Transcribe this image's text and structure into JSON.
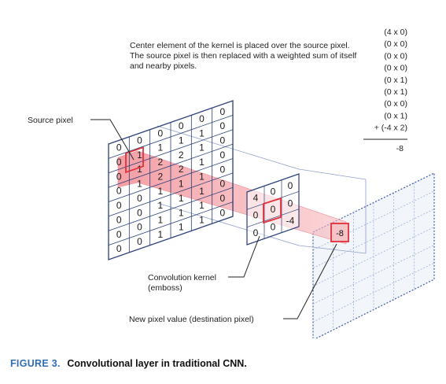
{
  "description": "Center element of the kernel is placed over the source pixel. The source pixel is then replaced with a weighted sum of itself and nearby pixels.",
  "source_matrix": {
    "rows": [
      [
        "0",
        "0",
        "0",
        "0",
        "0",
        "0"
      ],
      [
        "0",
        "1",
        "1",
        "1",
        "1",
        "0"
      ],
      [
        "0",
        "1",
        "2",
        "2",
        "1",
        "0"
      ],
      [
        "0",
        "1",
        "2",
        "2",
        "1",
        "0"
      ],
      [
        "0",
        "0",
        "1",
        "1",
        "1",
        "0"
      ],
      [
        "0",
        "0",
        "1",
        "1",
        "1",
        "0"
      ],
      [
        "0",
        "0",
        "1",
        "1",
        "1",
        "0"
      ],
      [
        "0",
        "0",
        "1",
        "1",
        "1",
        "0"
      ]
    ]
  },
  "kernel": {
    "rows": [
      [
        "4",
        "0",
        "0"
      ],
      [
        "0",
        "0",
        "0"
      ],
      [
        "0",
        "0",
        "-4"
      ]
    ]
  },
  "computation": {
    "terms": [
      "(4 x 0)",
      "(0 x 0)",
      "(0 x 0)",
      "(0 x 0)",
      "(0 x 1)",
      "(0 x 1)",
      "(0 x 0)",
      "(0 x 1)",
      "+ (-4 x 2)"
    ],
    "result": "-8"
  },
  "destination_value": "-8",
  "labels": {
    "source_pixel": "Source pixel",
    "kernel_line1": "Convolution kernel",
    "kernel_line2": "(emboss)",
    "destination": "New pixel value (destination pixel)"
  },
  "caption": {
    "figure_number": "FIGURE 3.",
    "text": "Convolutional layer in traditional CNN."
  },
  "colors": {
    "grid_blue": "#2b3f7a",
    "highlight_red": "#e0313a",
    "beam_red": "#f4a6ab",
    "figure_label_blue": "#2f6db5"
  }
}
